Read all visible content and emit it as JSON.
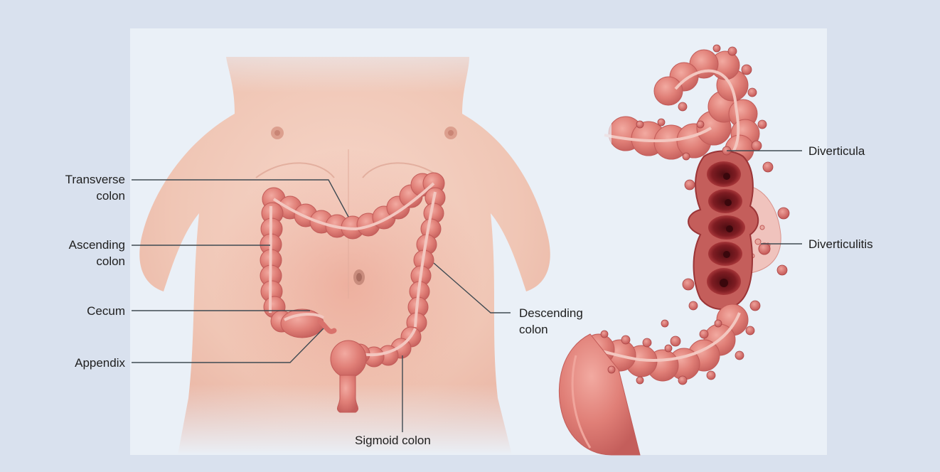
{
  "labels": {
    "transverse_colon": [
      "Transverse",
      "colon"
    ],
    "ascending_colon": [
      "Ascending",
      "colon"
    ],
    "cecum": "Cecum",
    "appendix": "Appendix",
    "descending_colon": [
      "Descending",
      "colon"
    ],
    "sigmoid_colon": "Sigmoid colon",
    "diverticula": "Diverticula",
    "diverticulitis": "Diverticulitis"
  },
  "colors": {
    "frame_background": "#d9e1ee",
    "panel_background": "#eaf0f7",
    "skin": "#f3cfc0",
    "colon": "#e27d76",
    "colon_dark": "#b8474a",
    "diverticulitis_interior": "#8d2227",
    "inflamed_halo": "#f0c3bd",
    "leader_line": "#3f4a52"
  }
}
